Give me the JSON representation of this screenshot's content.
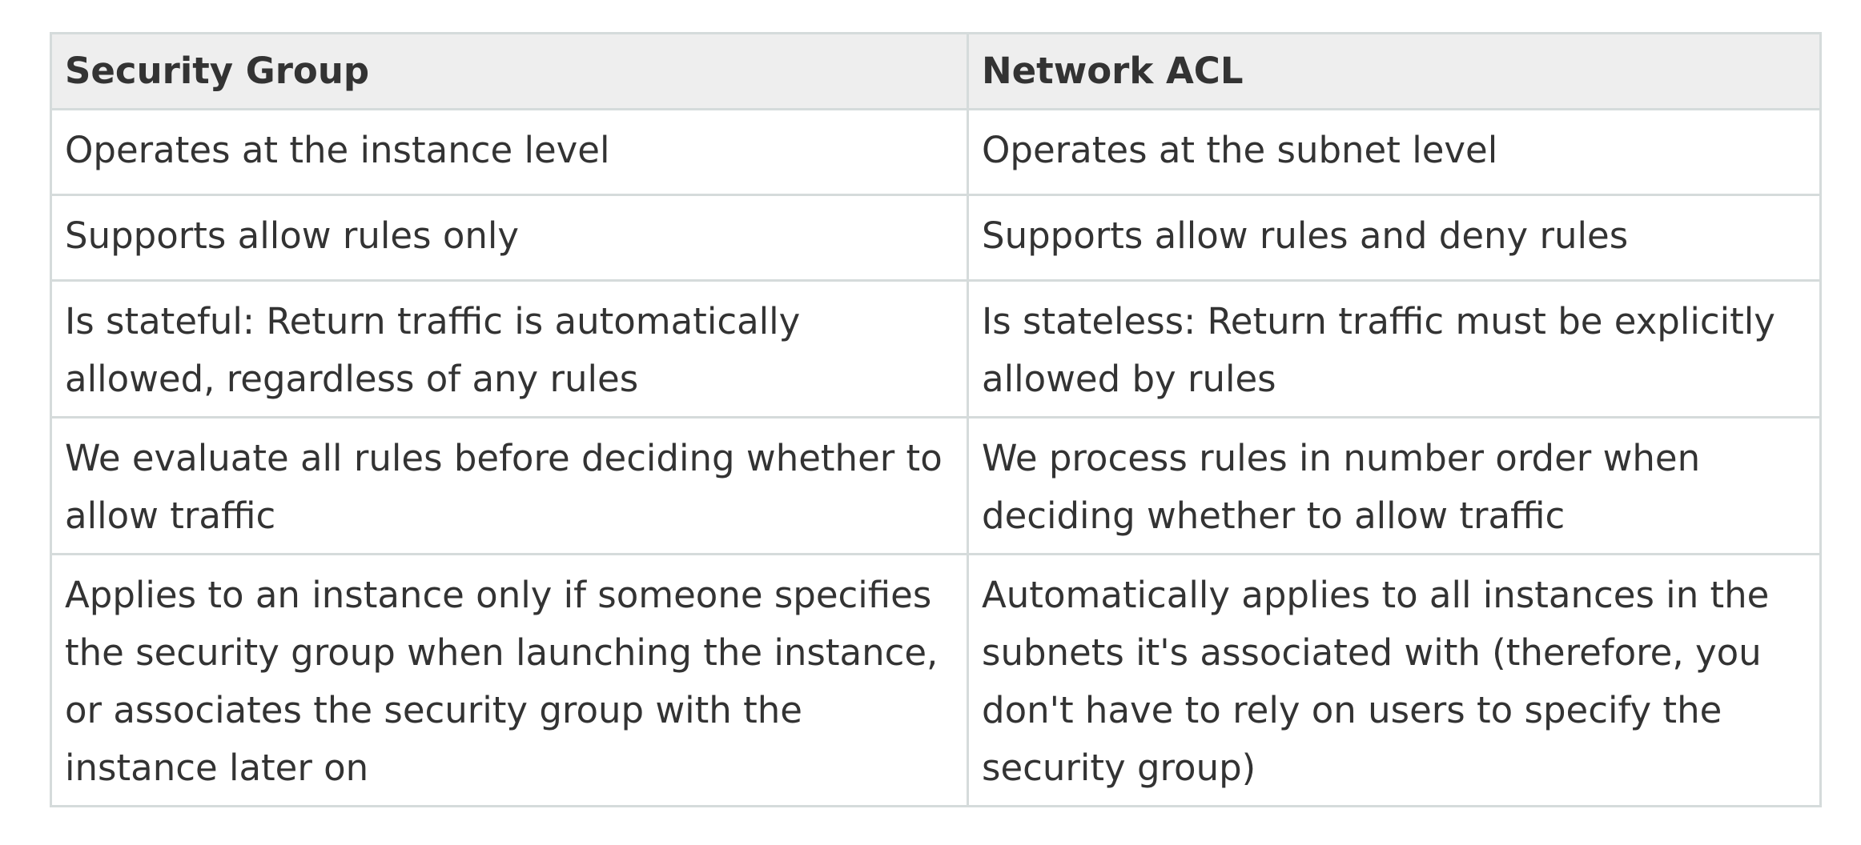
{
  "table": {
    "headers": [
      "Security Group",
      "Network ACL"
    ],
    "rows": [
      [
        "Operates at the instance level",
        "Operates at the subnet level"
      ],
      [
        "Supports allow rules only",
        "Supports allow rules and deny rules"
      ],
      [
        "Is stateful: Return traffic is automatically allowed, regardless of any rules",
        "Is stateless: Return traffic must be explicitly allowed by rules"
      ],
      [
        "We evaluate all rules before deciding whether to allow traffic",
        "We process rules in number order when deciding whether to allow traffic"
      ],
      [
        "Applies to an instance only if someone specifies the security group when launching the instance, or associates the security group with the instance later on",
        "Automatically applies to all instances in the subnets it's associated with (therefore, you don't have to rely on users to specify the security group)"
      ]
    ]
  }
}
